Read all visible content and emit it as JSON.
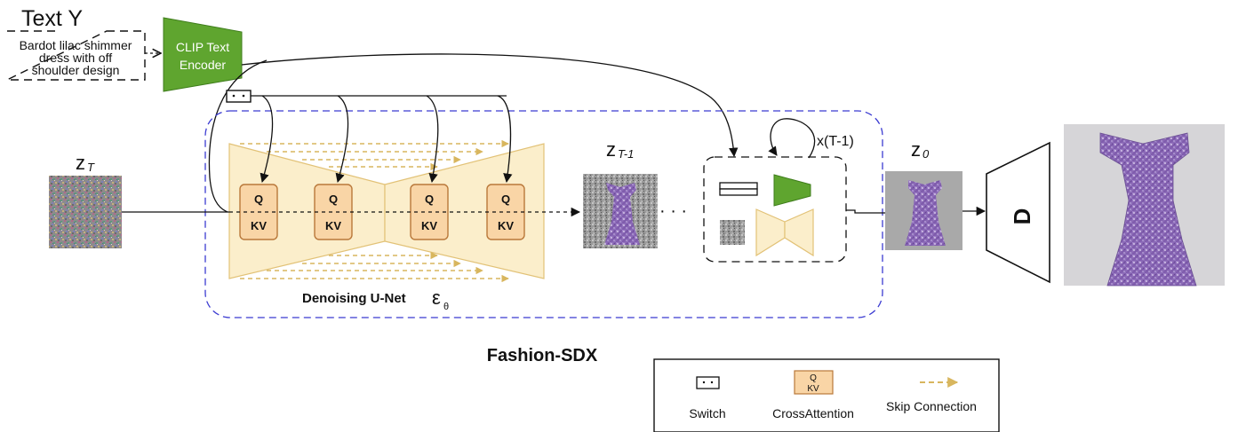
{
  "text_input": {
    "title": "Text Y",
    "prompt_line1": "Bardot lilac shimmer",
    "prompt_line2": "dress with off",
    "prompt_line3": "shoulder design"
  },
  "encoder": {
    "line1": "CLIP Text",
    "line2": "Encoder"
  },
  "unet": {
    "label": "Denoising U-Net",
    "epsilon": "ε",
    "theta": "θ",
    "attention_blocks": [
      {
        "q": "Q",
        "kv": "KV"
      },
      {
        "q": "Q",
        "kv": "KV"
      },
      {
        "q": "Q",
        "kv": "KV"
      },
      {
        "q": "Q",
        "kv": "KV"
      }
    ]
  },
  "latents": {
    "zT": {
      "z": "z",
      "sub": "T"
    },
    "zT1": {
      "z": "z",
      "sub": "T-1"
    },
    "z0": {
      "z": "z",
      "sub": "0"
    }
  },
  "ellipsis": "· · ·",
  "loop_label": "x(T-1)",
  "decoder_label": "D",
  "system_title": "Fashion-SDX",
  "legend": {
    "switch": "Switch",
    "cross_q": "Q",
    "cross_kv": "KV",
    "cross_attention": "CrossAttention",
    "skip": "Skip Connection"
  },
  "colors": {
    "encoder_green": "#5fa52f",
    "unet_fill": "#fbeecb",
    "unet_stroke": "#e2c277",
    "attn_fill": "#f9d5a6",
    "attn_stroke": "#b9783a",
    "skip_gold": "#d8b65e",
    "frame_blue": "#3b3bd1",
    "dress_purple": "#8c6ab4"
  }
}
